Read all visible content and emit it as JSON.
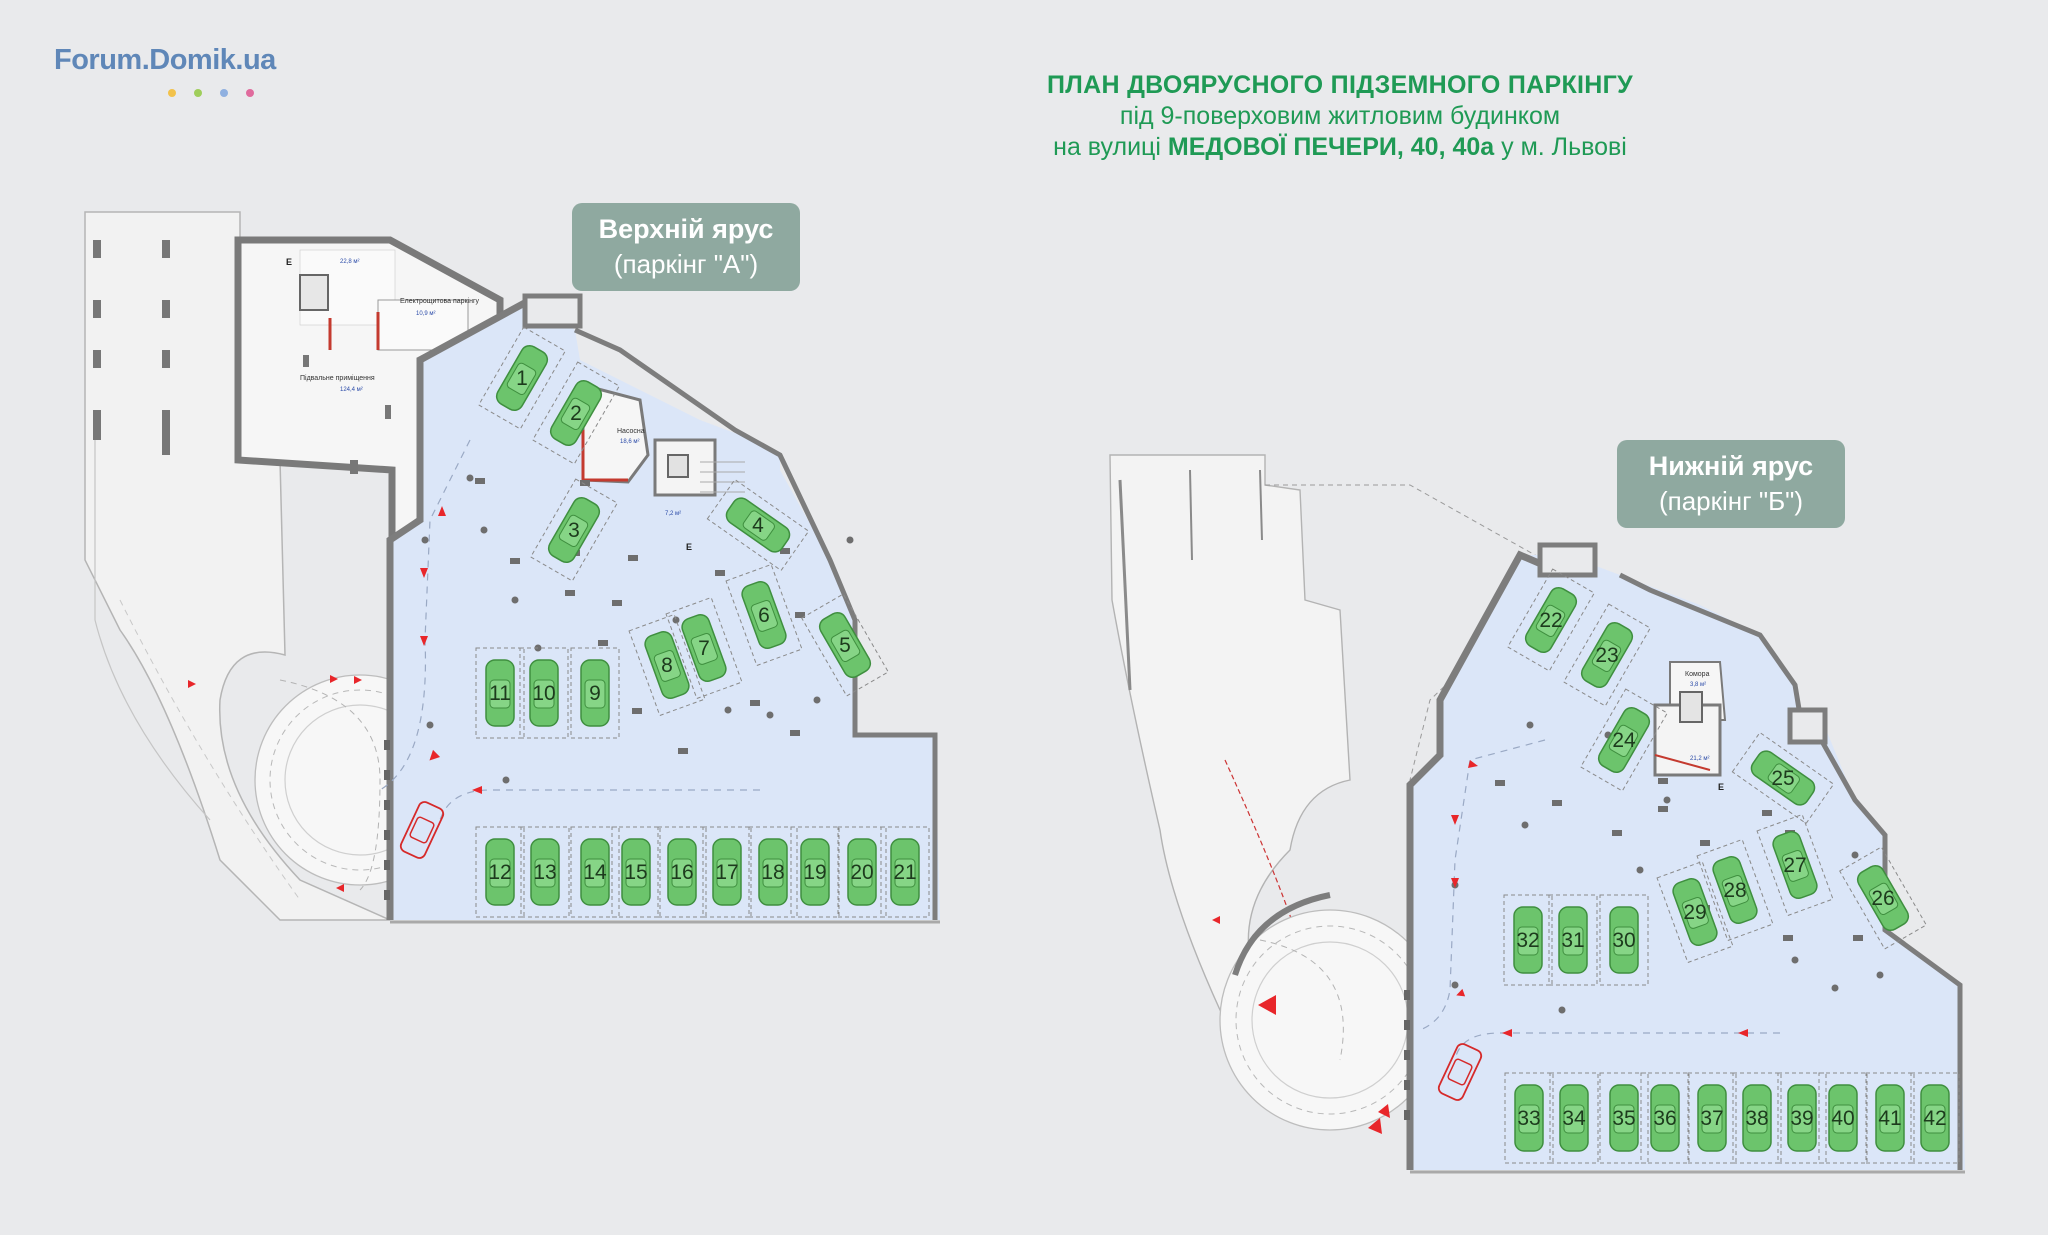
{
  "logo": {
    "text": "Forum.Domik.ua",
    "dot_colors": [
      "#f2c24b",
      "#9fce5b",
      "#8fb0e0",
      "#e06b9d"
    ]
  },
  "title": {
    "line1": "ПЛАН ДВОЯРУСНОГО ПІДЗЕМНОГО ПАРКІНГУ",
    "line2": "під 9-поверховим житловим будинком",
    "line3_prefix": "на вулиці ",
    "line3_bold": "МЕДОВОЇ ПЕЧЕРИ, 40, 40а",
    "line3_suffix": " у м. Львові"
  },
  "upper_tier": {
    "label": "Верхній ярус",
    "sublabel": "(паркінг \"А\")",
    "rooms": {
      "basement_name": "Підвальне приміщення",
      "basement_area": "124,4 м²",
      "pumps_name": "Насосна",
      "pumps_area": "18,6 м²",
      "electric_name": "Електрощитова паркінгу",
      "electric_area": "10,9 м²",
      "small_area_1": "22,8 м²",
      "small_area_2": "7,2 м²",
      "exit_mark": "E"
    },
    "spots": [
      "1",
      "2",
      "3",
      "4",
      "5",
      "6",
      "7",
      "8",
      "9",
      "10",
      "11",
      "12",
      "13",
      "14",
      "15",
      "16",
      "17",
      "18",
      "19",
      "20",
      "21"
    ]
  },
  "lower_tier": {
    "label": "Нижній ярус",
    "sublabel": "(паркінг \"Б\")",
    "rooms": {
      "storage_name": "Комора",
      "storage_area": "3,8 м²",
      "small_area": "21,2 м²",
      "exit_mark": "E"
    },
    "spots": [
      "22",
      "23",
      "24",
      "25",
      "26",
      "27",
      "28",
      "29",
      "30",
      "31",
      "32",
      "33",
      "34",
      "35",
      "36",
      "37",
      "38",
      "39",
      "40",
      "41",
      "42"
    ]
  },
  "colors": {
    "background": "#e9eaec",
    "parking_floor": "#dbe6f8",
    "car": "#6cc46c",
    "car_dark": "#3f8f3f",
    "wall": "#8d8d8d",
    "arrow": "#e8262a",
    "title": "#1f9a55",
    "label_box": "#8fa9a0",
    "logo": "#5f87b8"
  }
}
